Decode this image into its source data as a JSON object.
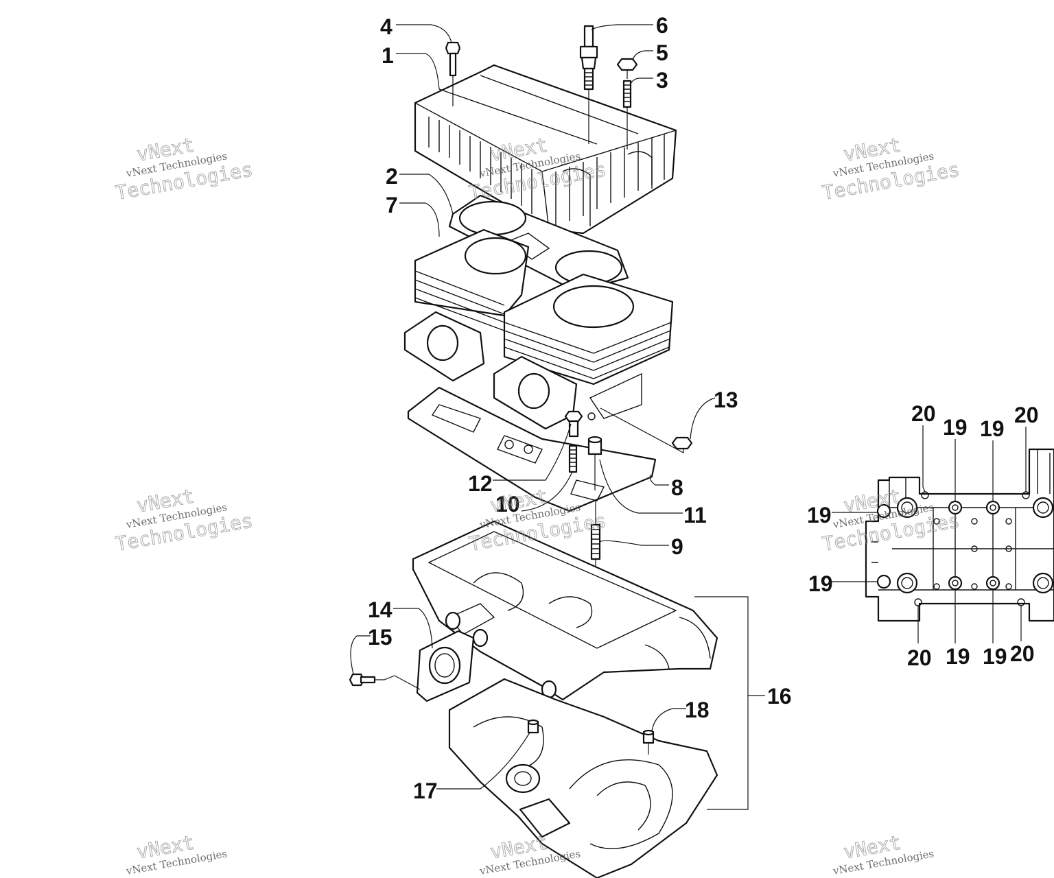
{
  "diagram": {
    "callouts": [
      "1",
      "2",
      "3",
      "4",
      "5",
      "6",
      "7",
      "8",
      "9",
      "10",
      "11",
      "12",
      "13",
      "14",
      "15",
      "16",
      "17",
      "18"
    ],
    "inset_callouts": [
      "19",
      "20"
    ]
  },
  "watermark": {
    "line1": "vNext",
    "line2": "vNext Technologies",
    "line3": "Technologies"
  }
}
